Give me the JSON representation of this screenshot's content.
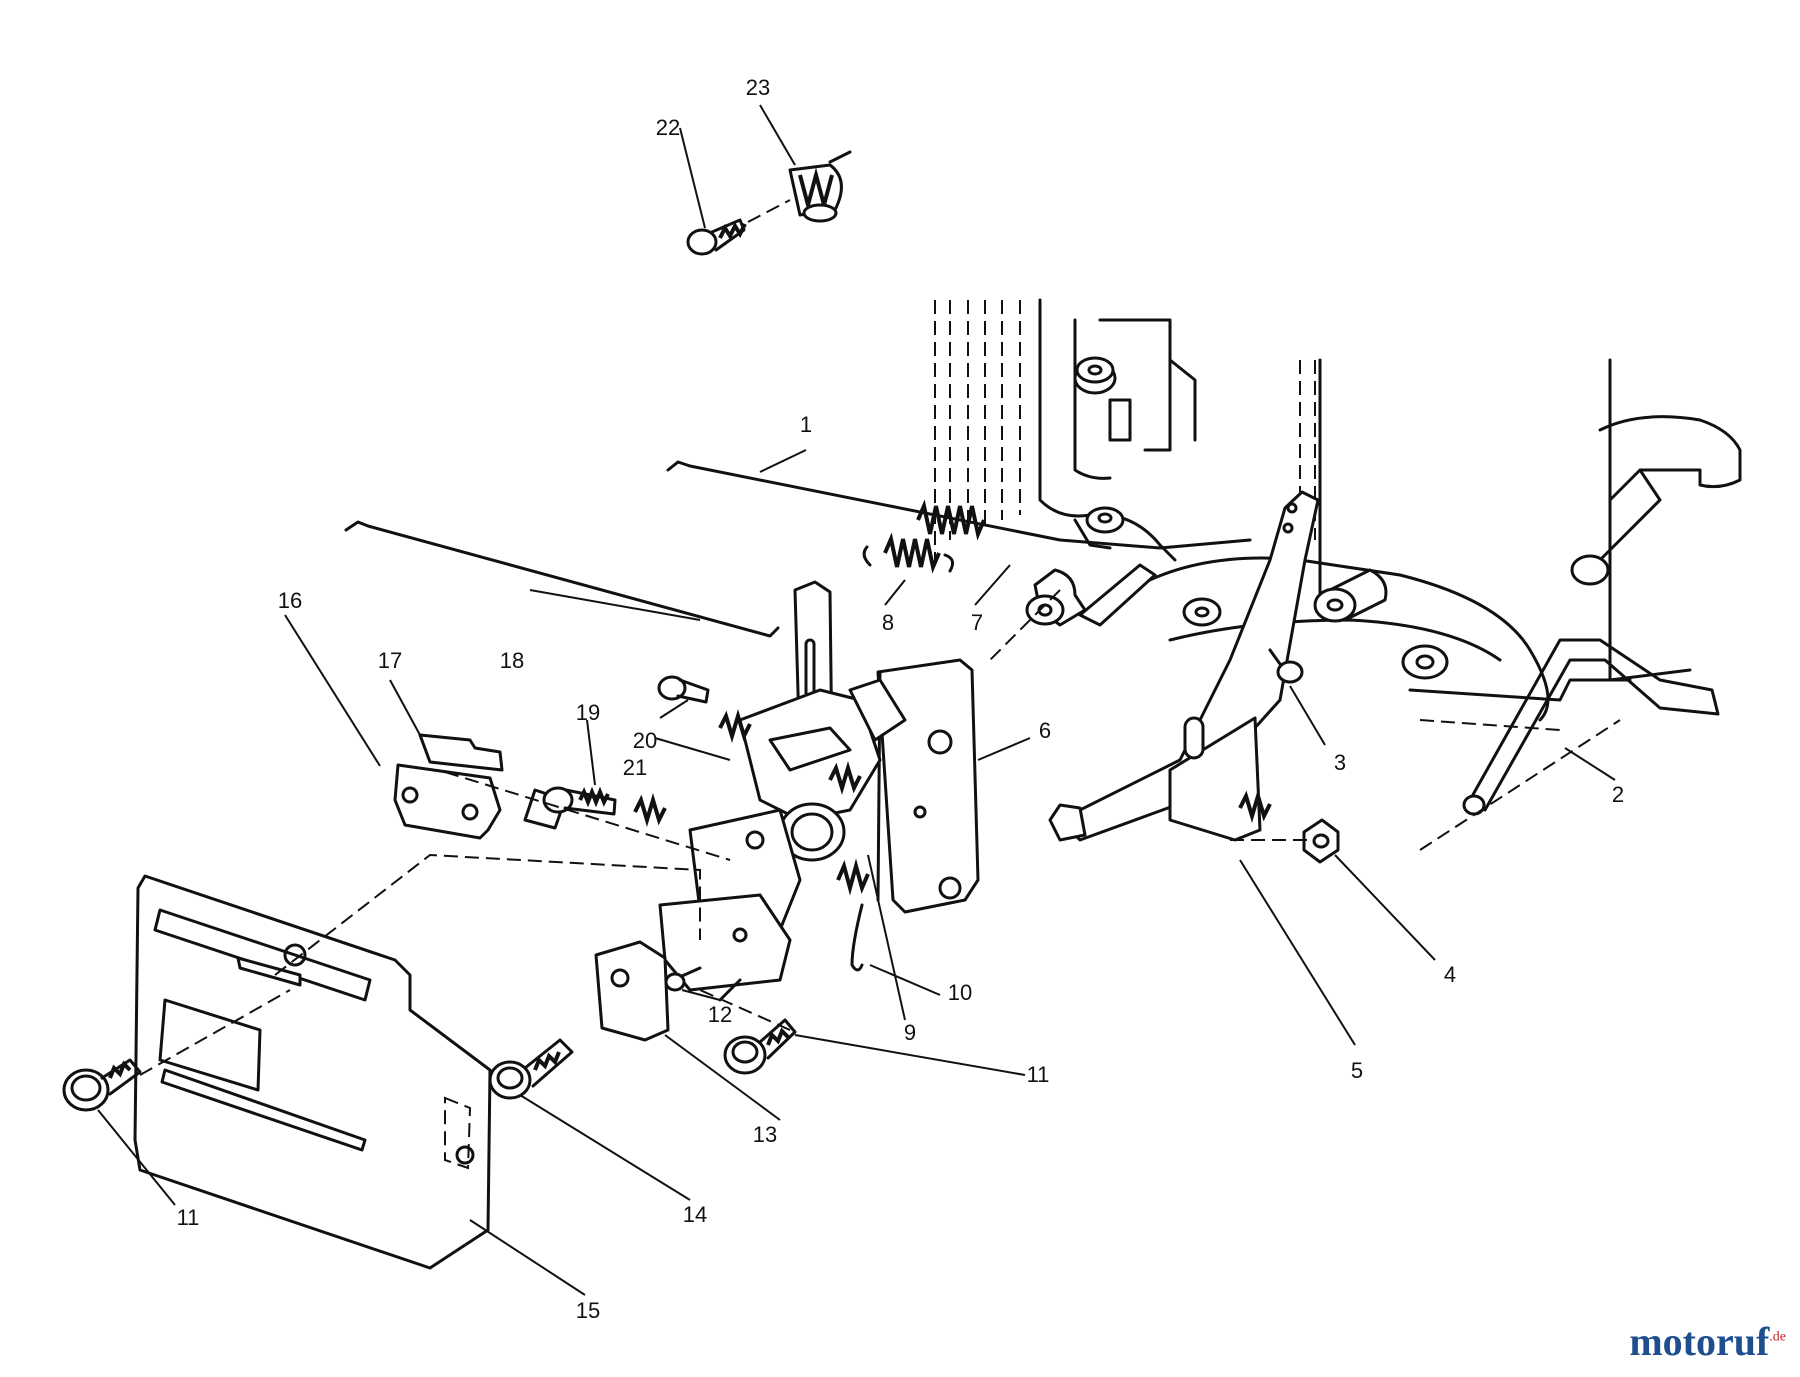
{
  "diagram": {
    "callouts": [
      {
        "id": "c1",
        "label": "1"
      },
      {
        "id": "c2",
        "label": "2"
      },
      {
        "id": "c3",
        "label": "3"
      },
      {
        "id": "c4",
        "label": "4"
      },
      {
        "id": "c5",
        "label": "5"
      },
      {
        "id": "c6",
        "label": "6"
      },
      {
        "id": "c7",
        "label": "7"
      },
      {
        "id": "c8",
        "label": "8"
      },
      {
        "id": "c9",
        "label": "9"
      },
      {
        "id": "c10",
        "label": "10"
      },
      {
        "id": "c11a",
        "label": "11"
      },
      {
        "id": "c11b",
        "label": "11"
      },
      {
        "id": "c12",
        "label": "12"
      },
      {
        "id": "c13",
        "label": "13"
      },
      {
        "id": "c14",
        "label": "14"
      },
      {
        "id": "c15",
        "label": "15"
      },
      {
        "id": "c16",
        "label": "16"
      },
      {
        "id": "c17",
        "label": "17"
      },
      {
        "id": "c18",
        "label": "18"
      },
      {
        "id": "c19",
        "label": "19"
      },
      {
        "id": "c20",
        "label": "20"
      },
      {
        "id": "c21",
        "label": "21"
      },
      {
        "id": "c22",
        "label": "22"
      },
      {
        "id": "c23",
        "label": "23"
      }
    ]
  },
  "watermark": {
    "brand": "motoruf",
    "tld": ".de"
  }
}
